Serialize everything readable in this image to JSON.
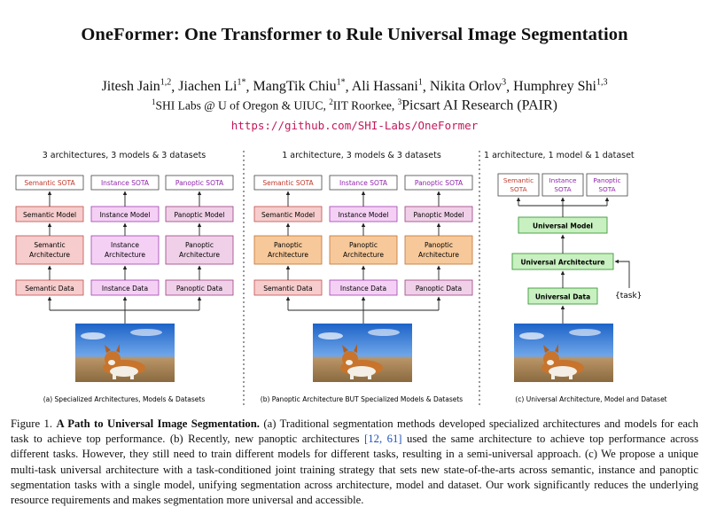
{
  "paper": {
    "title": "OneFormer: One Transformer to Rule Universal Image Segmentation",
    "authors": [
      {
        "name": "Jitesh Jain",
        "sup": "1,2"
      },
      {
        "name": "Jiachen Li",
        "sup": "1*"
      },
      {
        "name": "MangTik Chiu",
        "sup": "1*"
      },
      {
        "name": "Ali Hassani",
        "sup": "1"
      },
      {
        "name": "Nikita Orlov",
        "sup": "3"
      },
      {
        "name": "Humphrey Shi",
        "sup": "1,3"
      }
    ],
    "affiliations": [
      {
        "sup": "1",
        "name": "SHI Labs @ U of Oregon & UIUC"
      },
      {
        "sup": "2",
        "name": "IIT Roorkee"
      },
      {
        "sup": "3",
        "name": "Picsart AI Research (PAIR)"
      }
    ],
    "url": "https://github.com/SHI-Labs/OneFormer"
  },
  "figure": {
    "panel_a": {
      "heading": "3 architectures, 3 models & 3 datasets",
      "columns": [
        {
          "sota": "Semantic SOTA",
          "model": "Semantic Model",
          "arch_line1": "Semantic",
          "arch_line2": "Architecture",
          "data": "Semantic Data"
        },
        {
          "sota": "Instance SOTA",
          "model": "Instance Model",
          "arch_line1": "Instance",
          "arch_line2": "Architecture",
          "data": "Instance Data"
        },
        {
          "sota": "Panoptic SOTA",
          "model": "Panoptic Model",
          "arch_line1": "Panoptic",
          "arch_line2": "Architecture",
          "data": "Panoptic Data"
        }
      ],
      "label": "(a) Specialized Architectures, Models & Datasets"
    },
    "panel_b": {
      "heading": "1 architecture, 3 models & 3 datasets",
      "columns": [
        {
          "sota": "Semantic SOTA",
          "model": "Semantic Model",
          "arch_line1": "Panoptic",
          "arch_line2": "Architecture",
          "data": "Semantic Data"
        },
        {
          "sota": "Instance SOTA",
          "model": "Instance Model",
          "arch_line1": "Panoptic",
          "arch_line2": "Architecture",
          "data": "Instance Data"
        },
        {
          "sota": "Panoptic SOTA",
          "model": "Panoptic Model",
          "arch_line1": "Panoptic",
          "arch_line2": "Architecture",
          "data": "Panoptic Data"
        }
      ],
      "label": "(b) Panoptic Architecture BUT Specialized Models & Datasets"
    },
    "panel_c": {
      "heading": "1 architecture, 1 model & 1 dataset",
      "sota": [
        {
          "line1": "Semantic",
          "line2": "SOTA"
        },
        {
          "line1": "Instance",
          "line2": "SOTA"
        },
        {
          "line1": "Panoptic",
          "line2": "SOTA"
        }
      ],
      "model": "Universal Model",
      "arch": "Universal Architecture",
      "data": "Universal Data",
      "task": "{task}",
      "label": "(c) Universal Architecture, Model and Dataset"
    },
    "colors": {
      "semantic_fill": "#f6cccc",
      "semantic_stroke": "#c0504d",
      "instance_fill": "#f5d0f5",
      "instance_stroke": "#a040b0",
      "panoptic_fill": "#f0d0e8",
      "panoptic_stroke": "#9a4080",
      "pan_arch_fill": "#f7c99a",
      "pan_arch_stroke": "#c07030",
      "universal_fill": "#c8f0c0",
      "universal_stroke": "#3d9a3d",
      "semantic_text": "#c0392b",
      "instance_text": "#8e24aa",
      "panoptic_text": "#8e24aa"
    }
  },
  "caption": {
    "label": "Figure 1.",
    "title": "A Path to Universal Image Segmentation.",
    "text_1": "(a) Traditional segmentation methods developed specialized architectures and models for each task to achieve top performance. (b) Recently, new panoptic architectures",
    "cite": "[12, 61]",
    "text_2": "used the same architecture to achieve top performance across different tasks. However, they still need to train different models for different tasks, resulting in a semi-universal approach. (c) We propose a unique multi-task universal architecture with a task-conditioned joint training strategy that sets new state-of-the-arts across semantic, instance and panoptic segmentation tasks with a single model, unifying segmentation across architecture, model and dataset. Our work significantly reduces the underlying resource requirements and makes segmentation more universal and accessible."
  }
}
